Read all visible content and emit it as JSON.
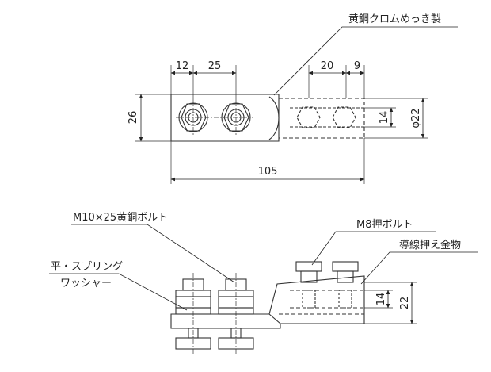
{
  "labels": {
    "material": "黄銅クロムめっき製",
    "bolt_m10": "M10×25黄銅ボルト",
    "washer_line1": "平・スプリング",
    "washer_line2": "ワッシャー",
    "bolt_m8": "M8押ボルト",
    "clamp": "導線押え金物"
  },
  "dimensions": {
    "d12": "12",
    "d25": "25",
    "d20": "20",
    "d9": "9",
    "d26": "26",
    "d14_top": "14",
    "dia22": "φ22",
    "d105": "105",
    "d14_side": "14",
    "d22_side": "22"
  }
}
